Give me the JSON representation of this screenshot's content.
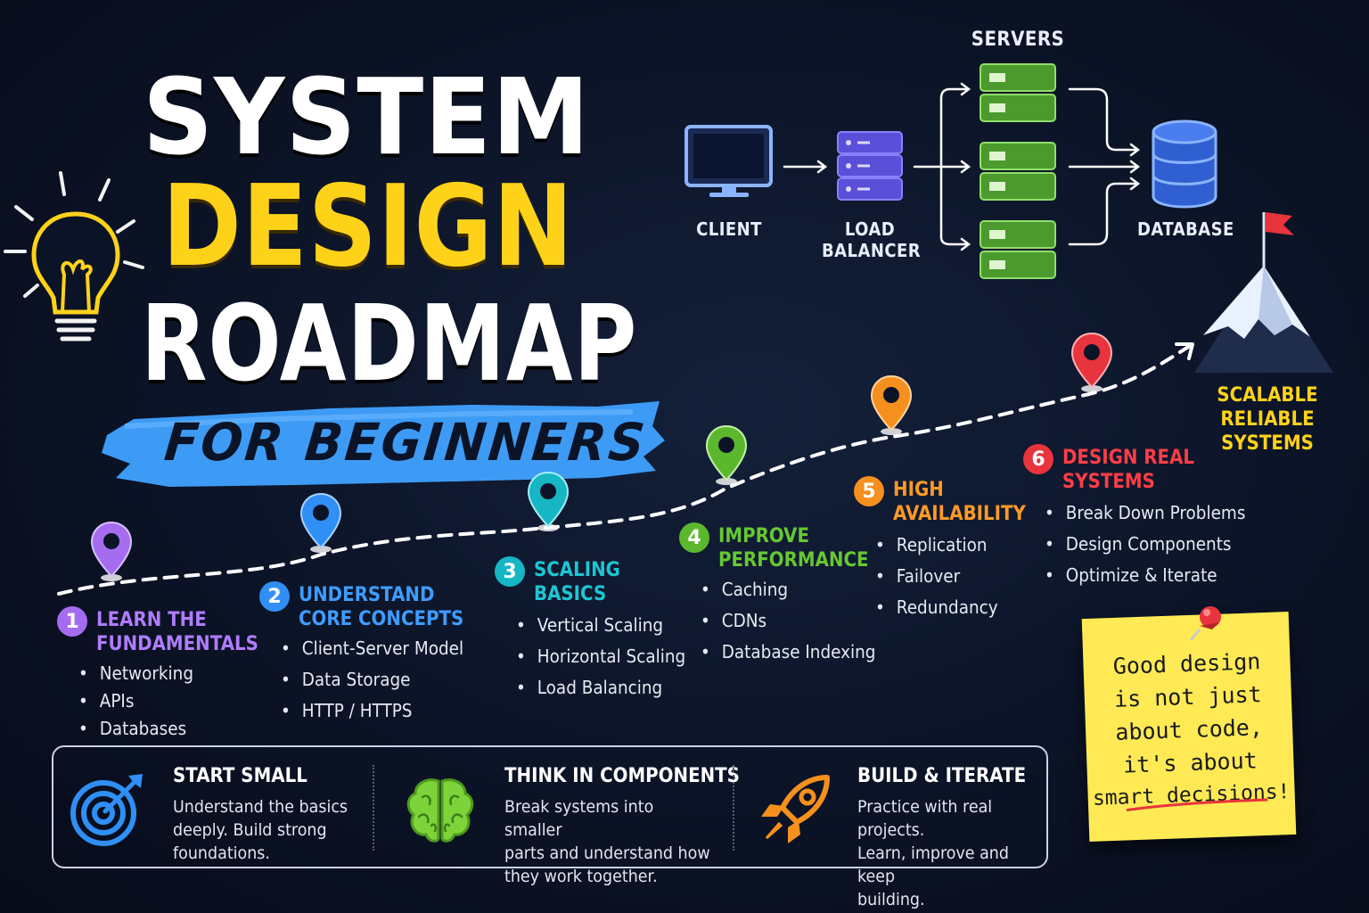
{
  "title": {
    "line1": "SYSTEM",
    "line2": "DESIGN",
    "line3": "ROADMAP",
    "subtitle": "FOR BEGINNERS"
  },
  "architecture": {
    "client_label": "CLIENT",
    "load_balancer_label_1": "LOAD",
    "load_balancer_label_2": "BALANCER",
    "servers_label": "SERVERS",
    "database_label": "DATABASE"
  },
  "steps": [
    {
      "number": "1",
      "title_1": "LEARN THE",
      "title_2": "FUNDAMENTALS",
      "color": "#a66cf0",
      "items": [
        "Networking",
        "APIs",
        "Databases"
      ]
    },
    {
      "number": "2",
      "title_1": "UNDERSTAND",
      "title_2": "CORE CONCEPTS",
      "color": "#2f8ff5",
      "items": [
        "Client-Server Model",
        "Data Storage",
        "HTTP / HTTPS"
      ]
    },
    {
      "number": "3",
      "title_1": "SCALING",
      "title_2": "BASICS",
      "color": "#16b6c4",
      "items": [
        "Vertical Scaling",
        "Horizontal Scaling",
        "Load Balancing"
      ]
    },
    {
      "number": "4",
      "title_1": "IMPROVE",
      "title_2": "PERFORMANCE",
      "color": "#5bb82e",
      "items": [
        "Caching",
        "CDNs",
        "Database Indexing"
      ]
    },
    {
      "number": "5",
      "title_1": "HIGH",
      "title_2": "AVAILABILITY",
      "color": "#f5901e",
      "items": [
        "Replication",
        "Failover",
        "Redundancy"
      ]
    },
    {
      "number": "6",
      "title_1": "DESIGN REAL",
      "title_2": "SYSTEMS",
      "color": "#e8343c",
      "items": [
        "Break Down Problems",
        "Design Components",
        "Optimize & Iterate"
      ]
    }
  ],
  "goal": {
    "line1": "SCALABLE",
    "line2": "RELIABLE",
    "line3": "SYSTEMS"
  },
  "note": {
    "line1": "Good design",
    "line2": "is not just",
    "line3": "about code,",
    "line4": "it's about",
    "line5": "smart decisions!"
  },
  "tips": [
    {
      "title": "START SMALL",
      "line1": "Understand the basics",
      "line2": "deeply. Build strong",
      "line3": "foundations.",
      "icon": "target-icon"
    },
    {
      "title": "THINK IN COMPONENTS",
      "line1": "Break systems into smaller",
      "line2": "parts and understand how",
      "line3": "they work together.",
      "icon": "brain-icon"
    },
    {
      "title": "BUILD & ITERATE",
      "line1": "Practice with real projects.",
      "line2": "Learn, improve and keep",
      "line3": "building.",
      "icon": "rocket-icon"
    }
  ],
  "colors": {
    "background": "#0b1326",
    "title_yellow": "#ffd21a",
    "brush_blue": "#3d9bf5",
    "note_yellow": "#ffea55"
  }
}
